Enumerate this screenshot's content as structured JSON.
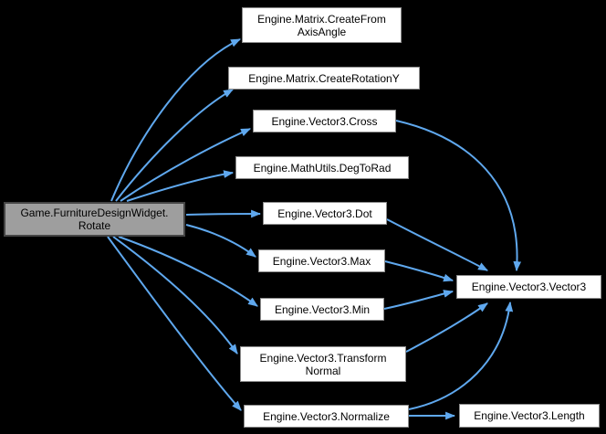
{
  "graph": {
    "title": "Call graph for Game.FurnitureDesignWidget.Rotate",
    "background_color": "#000000",
    "edge_color": "#5fa8ee",
    "node_border_color": "#8c8c8c",
    "current_node_fill": "#9e9e9e",
    "nodes": [
      {
        "id": "rotate",
        "line1": "Game.FurnitureDesignWidget.",
        "line2": "Rotate",
        "current": true
      },
      {
        "id": "create-from-axis-angle",
        "line1": "Engine.Matrix.CreateFrom",
        "line2": "AxisAngle"
      },
      {
        "id": "create-rotation-y",
        "line1": "Engine.Matrix.CreateRotationY"
      },
      {
        "id": "cross",
        "line1": "Engine.Vector3.Cross"
      },
      {
        "id": "deg-to-rad",
        "line1": "Engine.MathUtils.DegToRad"
      },
      {
        "id": "dot",
        "line1": "Engine.Vector3.Dot"
      },
      {
        "id": "max",
        "line1": "Engine.Vector3.Max"
      },
      {
        "id": "min",
        "line1": "Engine.Vector3.Min"
      },
      {
        "id": "transform-normal",
        "line1": "Engine.Vector3.Transform",
        "line2": "Normal"
      },
      {
        "id": "normalize",
        "line1": "Engine.Vector3.Normalize"
      },
      {
        "id": "vector3-constructor",
        "line1": "Engine.Vector3.Vector3"
      },
      {
        "id": "length",
        "line1": "Engine.Vector3.Length"
      }
    ],
    "edges": [
      {
        "from": "Game.FurnitureDesignWidget.Rotate",
        "to": "Engine.Matrix.CreateFromAxisAngle"
      },
      {
        "from": "Game.FurnitureDesignWidget.Rotate",
        "to": "Engine.Matrix.CreateRotationY"
      },
      {
        "from": "Game.FurnitureDesignWidget.Rotate",
        "to": "Engine.Vector3.Cross"
      },
      {
        "from": "Game.FurnitureDesignWidget.Rotate",
        "to": "Engine.MathUtils.DegToRad"
      },
      {
        "from": "Game.FurnitureDesignWidget.Rotate",
        "to": "Engine.Vector3.Dot"
      },
      {
        "from": "Game.FurnitureDesignWidget.Rotate",
        "to": "Engine.Vector3.Max"
      },
      {
        "from": "Game.FurnitureDesignWidget.Rotate",
        "to": "Engine.Vector3.Min"
      },
      {
        "from": "Game.FurnitureDesignWidget.Rotate",
        "to": "Engine.Vector3.TransformNormal"
      },
      {
        "from": "Game.FurnitureDesignWidget.Rotate",
        "to": "Engine.Vector3.Normalize"
      },
      {
        "from": "Engine.Vector3.Cross",
        "to": "Engine.Vector3.Vector3"
      },
      {
        "from": "Engine.Vector3.Dot",
        "to": "Engine.Vector3.Vector3"
      },
      {
        "from": "Engine.Vector3.Max",
        "to": "Engine.Vector3.Vector3"
      },
      {
        "from": "Engine.Vector3.Min",
        "to": "Engine.Vector3.Vector3"
      },
      {
        "from": "Engine.Vector3.TransformNormal",
        "to": "Engine.Vector3.Vector3"
      },
      {
        "from": "Engine.Vector3.Normalize",
        "to": "Engine.Vector3.Vector3"
      },
      {
        "from": "Engine.Vector3.Normalize",
        "to": "Engine.Vector3.Length"
      }
    ]
  }
}
